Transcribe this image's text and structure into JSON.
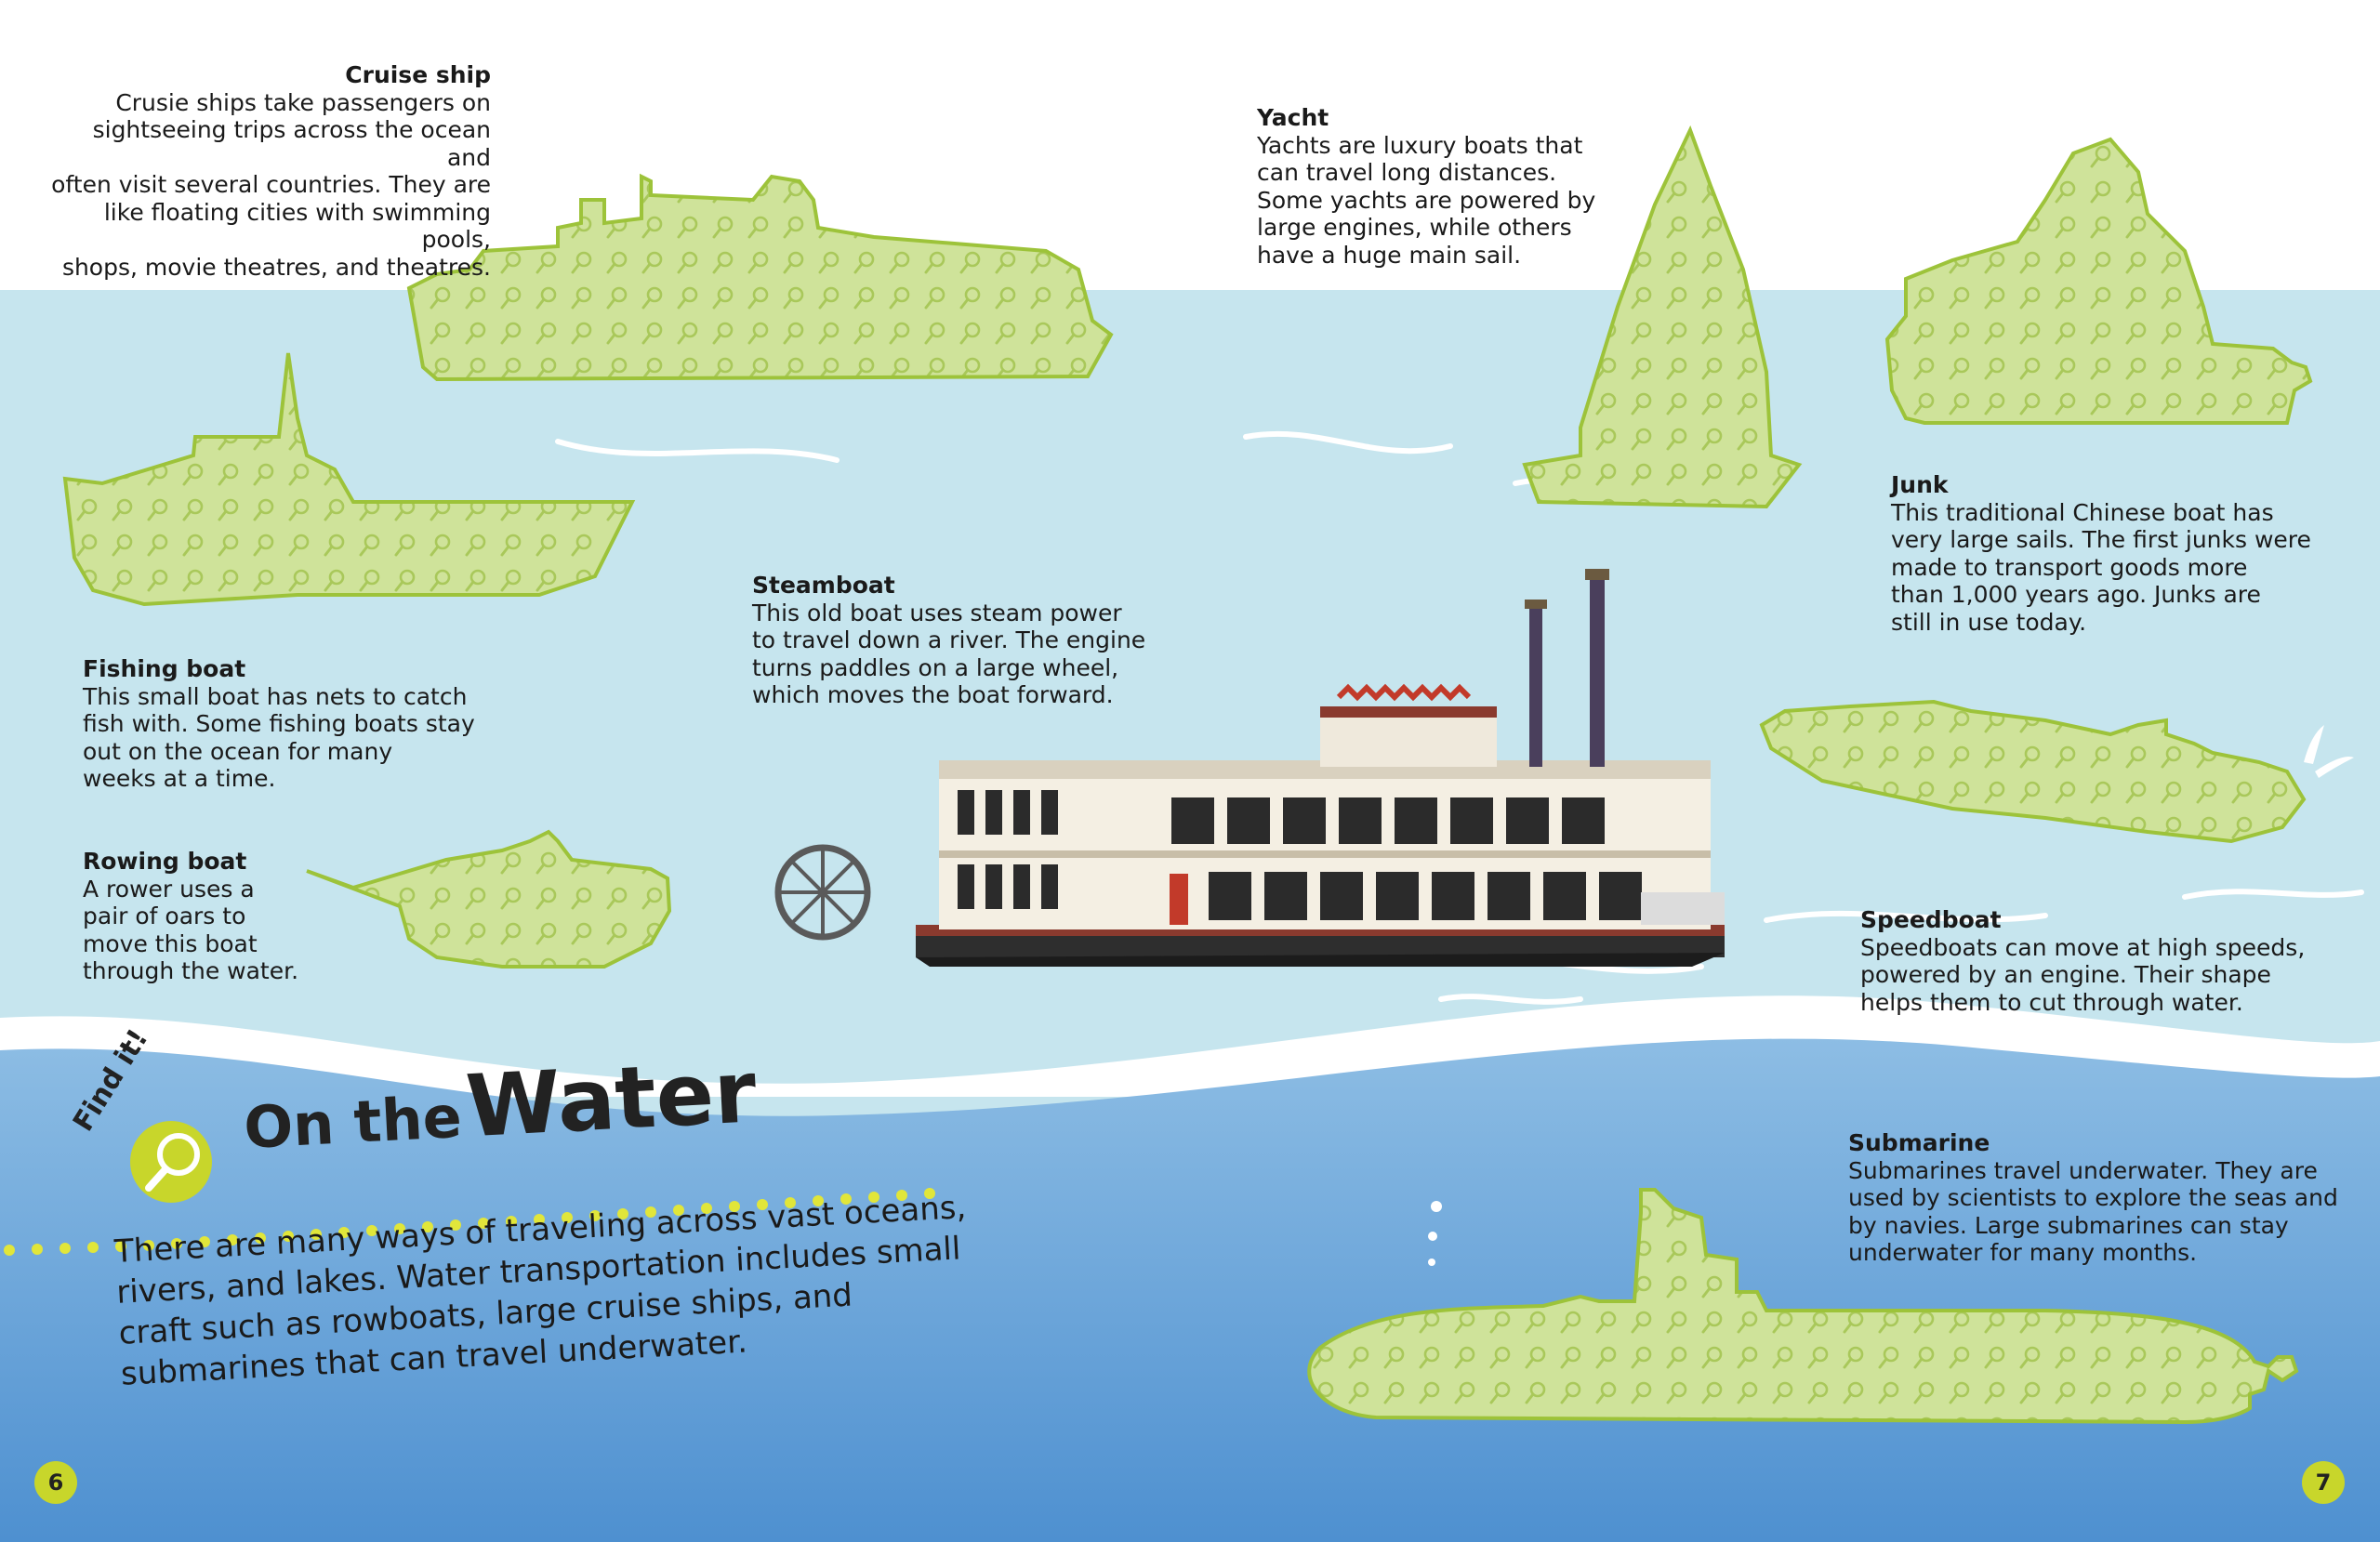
{
  "colors": {
    "sky": "#ffffff",
    "sea_light": "#c6e5ee",
    "sea_deep": "#5e9bd4",
    "silhouette_fill": "#cfe39a",
    "silhouette_pattern": "#a9c85a",
    "accent_dot": "#e1e63a",
    "page_badge": "#c8d62b"
  },
  "icons": [
    "magnifier-icon",
    "splash-icon",
    "bubble-icon"
  ],
  "blurbs": {
    "cruise_ship": {
      "title": "Cruise ship",
      "body": "Crusie ships take passengers on\nsightseeing trips across the ocean and\noften visit several countries. They are\nlike floating cities with swimming pools,\nshops, movie theatres, and theatres."
    },
    "yacht": {
      "title": "Yacht",
      "body": "Yachts are luxury boats that\ncan travel long distances.\nSome yachts are powered by\nlarge engines, while others\nhave a huge main sail."
    },
    "junk": {
      "title": "Junk",
      "body": "This traditional Chinese boat has\nvery large sails. The first junks were\nmade to transport goods more\nthan 1,000 years ago. Junks are\nstill in use today."
    },
    "steamboat": {
      "title": "Steamboat",
      "body": "This old boat uses steam power\nto travel down a river. The engine\nturns paddles on a large wheel,\nwhich moves the boat forward."
    },
    "fishing_boat": {
      "title": "Fishing boat",
      "body": "This small boat has nets to catch\nfish with. Some fishing boats stay\nout on the ocean for many\nweeks at a time."
    },
    "rowing_boat": {
      "title": "Rowing boat",
      "body": "A rower uses a\npair of oars to\nmove this boat\nthrough the water."
    },
    "speedboat": {
      "title": "Speedboat",
      "body": "Speedboats can move at high speeds,\npowered by an engine. Their shape\nhelps them to cut through water."
    },
    "submarine": {
      "title": "Submarine",
      "body": "Submarines travel underwater. They are\nused by scientists to explore the seas and\nby navies. Large submarines can stay\nunderwater for many months."
    }
  },
  "section": {
    "find_it": "Find it!",
    "heading_small": "On the",
    "heading_big": "Water",
    "intro": "There are many ways of traveling across vast oceans,\nrivers, and lakes. Water transportation includes small\ncraft such as rowboats, large cruise ships, and\nsubmarines that can travel underwater."
  },
  "pages": {
    "left": "6",
    "right": "7"
  }
}
